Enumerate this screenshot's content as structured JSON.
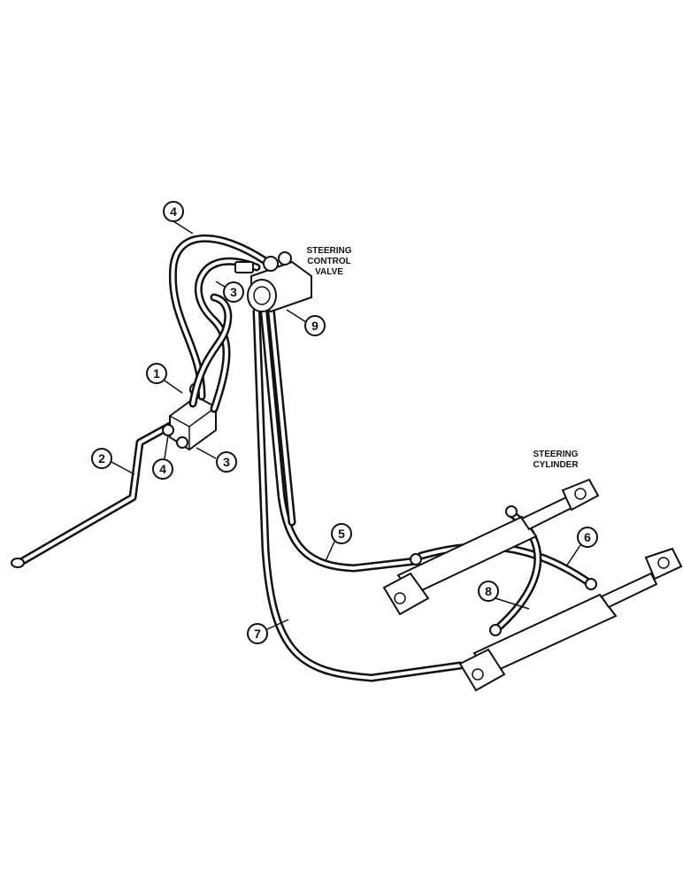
{
  "labels": {
    "steering_control_valve": [
      "STEERING",
      "CONTROL",
      "VALVE"
    ],
    "steering_cylinder": [
      "STEERING",
      "CYLINDER"
    ]
  },
  "callouts": {
    "c1": "1",
    "c2": "2",
    "c3_top": "3",
    "c3_bottom": "3",
    "c4_top": "4",
    "c4_bottom": "4",
    "c5": "5",
    "c6": "6",
    "c7": "7",
    "c8": "8",
    "c9": "9"
  }
}
